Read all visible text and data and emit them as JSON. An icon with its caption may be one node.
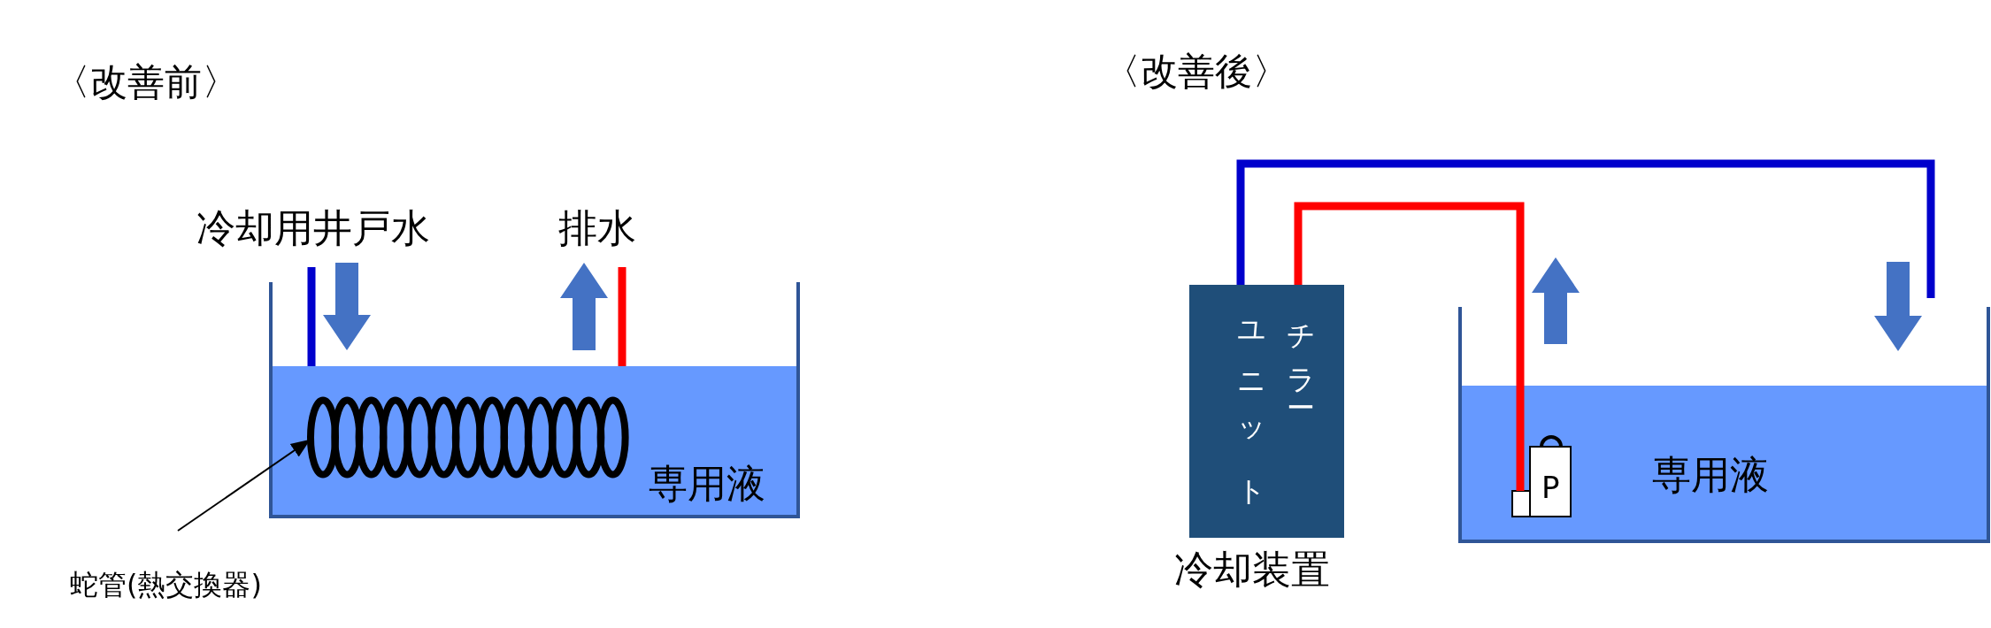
{
  "diagram": {
    "nodes": [
      {
        "text": [
          "専用液"
        ]
      },
      {
        "text": [],
        "shape": "coil",
        "in": 0
      },
      {
        "text": [
          "蛇管(熱交換器)"
        ]
      },
      {
        "text": [
          "チラー",
          "ユニット"
        ],
        "beside": [
          "冷却装置"
        ]
      },
      {
        "text": [
          "専用液"
        ]
      },
      {
        "text": [
          "P"
        ],
        "in": 4
      }
    ],
    "edges": [
      {
        "from": 2,
        "to": 1,
        "arrow": "to"
      },
      {
        "from": 3,
        "to": 5,
        "arrow": "none",
        "color": "#ff0000"
      },
      {
        "from": 3,
        "to": 4,
        "arrow": "none",
        "color": "#0000cc"
      }
    ],
    "labels": [
      "〈改善前〉",
      "冷却用井戸水",
      "排水",
      "〈改善後〉"
    ]
  }
}
